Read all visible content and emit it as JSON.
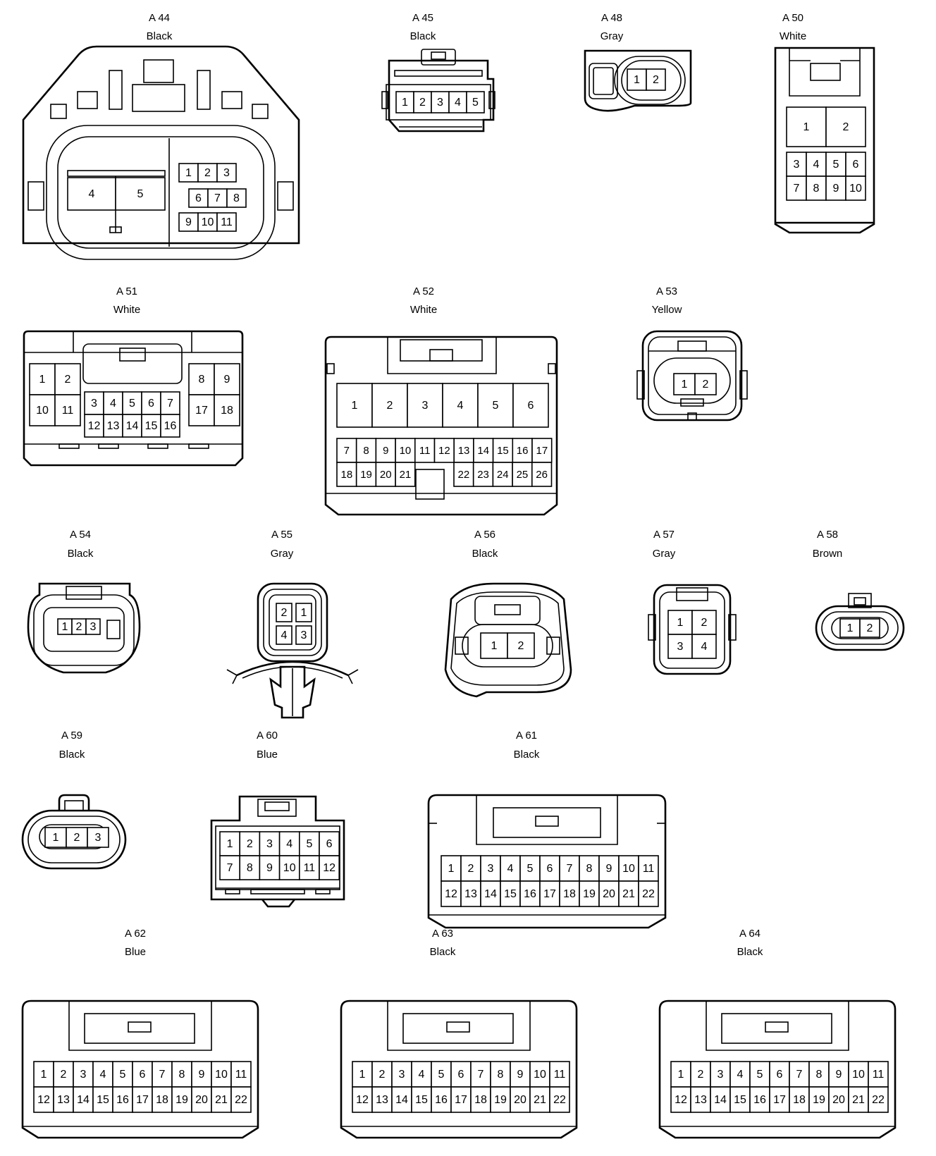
{
  "connectors": [
    {
      "code": "A 44",
      "color": "Black",
      "pins": [
        "1",
        "2",
        "3",
        "4",
        "5",
        "6",
        "7",
        "8",
        "9",
        "10",
        "11"
      ]
    },
    {
      "code": "A 45",
      "color": "Black",
      "pins": [
        "1",
        "2",
        "3",
        "4",
        "5"
      ]
    },
    {
      "code": "A 48",
      "color": "Gray",
      "pins": [
        "1",
        "2"
      ]
    },
    {
      "code": "A 50",
      "color": "White",
      "pins": [
        "1",
        "2",
        "3",
        "4",
        "5",
        "6",
        "7",
        "8",
        "9",
        "10"
      ]
    },
    {
      "code": "A 51",
      "color": "White",
      "pins": [
        "1",
        "2",
        "3",
        "4",
        "5",
        "6",
        "7",
        "8",
        "9",
        "10",
        "11",
        "12",
        "13",
        "14",
        "15",
        "16",
        "17",
        "18"
      ]
    },
    {
      "code": "A 52",
      "color": "White",
      "pins": [
        "1",
        "2",
        "3",
        "4",
        "5",
        "6",
        "7",
        "8",
        "9",
        "10",
        "11",
        "12",
        "13",
        "14",
        "15",
        "16",
        "17",
        "18",
        "19",
        "20",
        "21",
        "22",
        "23",
        "24",
        "25",
        "26"
      ]
    },
    {
      "code": "A 53",
      "color": "Yellow",
      "pins": [
        "1",
        "2"
      ]
    },
    {
      "code": "A 54",
      "color": "Black",
      "pins": [
        "1",
        "2",
        "3"
      ]
    },
    {
      "code": "A 55",
      "color": "Gray",
      "pins": [
        "1",
        "2",
        "3",
        "4"
      ]
    },
    {
      "code": "A 56",
      "color": "Black",
      "pins": [
        "1",
        "2"
      ]
    },
    {
      "code": "A 57",
      "color": "Gray",
      "pins": [
        "1",
        "2",
        "3",
        "4"
      ]
    },
    {
      "code": "A 58",
      "color": "Brown",
      "pins": [
        "1",
        "2"
      ]
    },
    {
      "code": "A 59",
      "color": "Black",
      "pins": [
        "1",
        "2",
        "3"
      ]
    },
    {
      "code": "A 60",
      "color": "Blue",
      "pins": [
        "1",
        "2",
        "3",
        "4",
        "5",
        "6",
        "7",
        "8",
        "9",
        "10",
        "11",
        "12"
      ]
    },
    {
      "code": "A 61",
      "color": "Black",
      "pins": [
        "1",
        "2",
        "3",
        "4",
        "5",
        "6",
        "7",
        "8",
        "9",
        "10",
        "11",
        "12",
        "13",
        "14",
        "15",
        "16",
        "17",
        "18",
        "19",
        "20",
        "21",
        "22"
      ]
    },
    {
      "code": "A 62",
      "color": "Blue",
      "pins": [
        "1",
        "2",
        "3",
        "4",
        "5",
        "6",
        "7",
        "8",
        "9",
        "10",
        "11",
        "12",
        "13",
        "14",
        "15",
        "16",
        "17",
        "18",
        "19",
        "20",
        "21",
        "22"
      ]
    },
    {
      "code": "A 63",
      "color": "Black",
      "pins": [
        "1",
        "2",
        "3",
        "4",
        "5",
        "6",
        "7",
        "8",
        "9",
        "10",
        "11",
        "12",
        "13",
        "14",
        "15",
        "16",
        "17",
        "18",
        "19",
        "20",
        "21",
        "22"
      ]
    },
    {
      "code": "A 64",
      "color": "Black",
      "pins": [
        "1",
        "2",
        "3",
        "4",
        "5",
        "6",
        "7",
        "8",
        "9",
        "10",
        "11",
        "12",
        "13",
        "14",
        "15",
        "16",
        "17",
        "18",
        "19",
        "20",
        "21",
        "22"
      ]
    }
  ]
}
